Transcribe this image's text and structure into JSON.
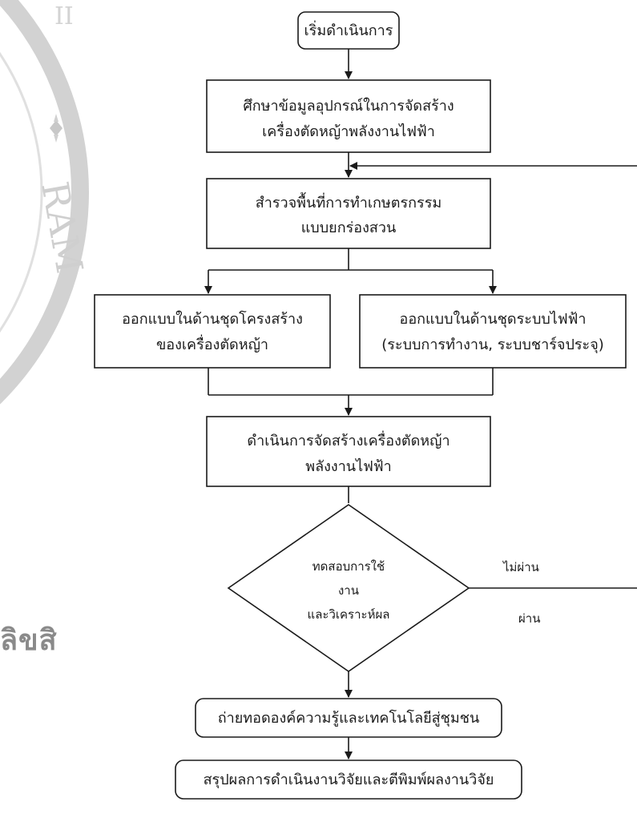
{
  "watermark": {
    "left_text": "ลิขสิ",
    "seal_text": "RAM"
  },
  "flow": {
    "start": "เริ่มดำเนินการ",
    "study": {
      "line1": "ศึกษาข้อมูลอุปกรณ์ในการจัดสร้าง",
      "line2": "เครื่องตัดหญ้าพลังงานไฟฟ้า"
    },
    "survey": {
      "line1": "สำรวจพื้นที่การทำเกษตรกรรม",
      "line2": "แบบยกร่องสวน"
    },
    "design_structure": {
      "line1": "ออกแบบในด้านชุดโครงสร้าง",
      "line2": "ของเครื่องตัดหญ้า"
    },
    "design_electric": {
      "line1": "ออกแบบในด้านชุดระบบไฟฟ้า",
      "line2": "(ระบบการทำงาน, ระบบชาร์จประจุ)"
    },
    "build": {
      "line1": "ดำเนินการจัดสร้างเครื่องตัดหญ้า",
      "line2": "พลังงานไฟฟ้า"
    },
    "test": {
      "line1": "ทดสอบการใช้",
      "line2": "งาน",
      "line3": "และวิเคราะห์ผล"
    },
    "fail_label": "ไม่ผ่าน",
    "pass_label": "ผ่าน",
    "transfer": "ถ่ายทอดองค์ความรู้และเทคโนโลยีสู่ชุมชน",
    "summary": "สรุปผลการดำเนินงานวิจัยและตีพิมพ์ผลงานวิจัย"
  }
}
